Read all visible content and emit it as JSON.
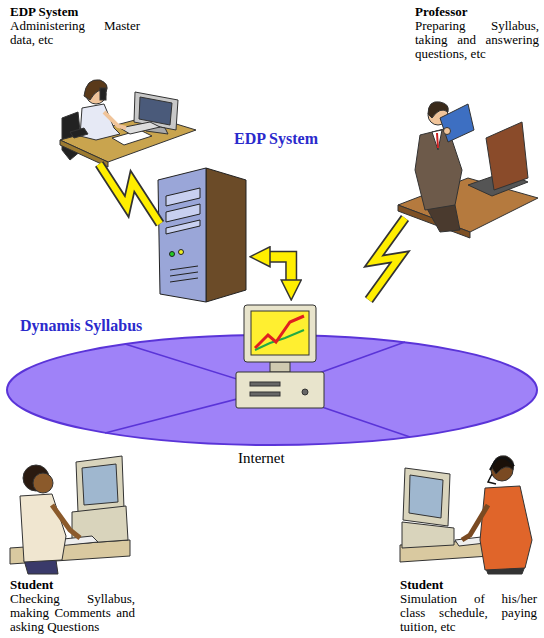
{
  "diagram": {
    "nodes": [
      {
        "text": [
          "EDP System",
          "Administering Master data, etc"
        ]
      },
      {
        "text": [
          "Professor",
          "Preparing Syllabus, taking and answering questions, etc"
        ]
      },
      {
        "text": [
          "EDP System"
        ]
      },
      {
        "text": [
          "Dynamis Syllabus",
          "Internet"
        ]
      },
      {
        "text": [
          "Student",
          "Checking Syllabus, making Comments and asking Questions"
        ]
      },
      {
        "text": [
          "Student",
          "Simulation of his/her class schedule, paying tuition, etc"
        ]
      }
    ],
    "edges": [
      {
        "from": 0,
        "to": 2,
        "arrow": "none"
      },
      {
        "from": 2,
        "to": 3,
        "arrow": "both"
      },
      {
        "from": 1,
        "to": 3,
        "arrow": "none"
      }
    ]
  }
}
